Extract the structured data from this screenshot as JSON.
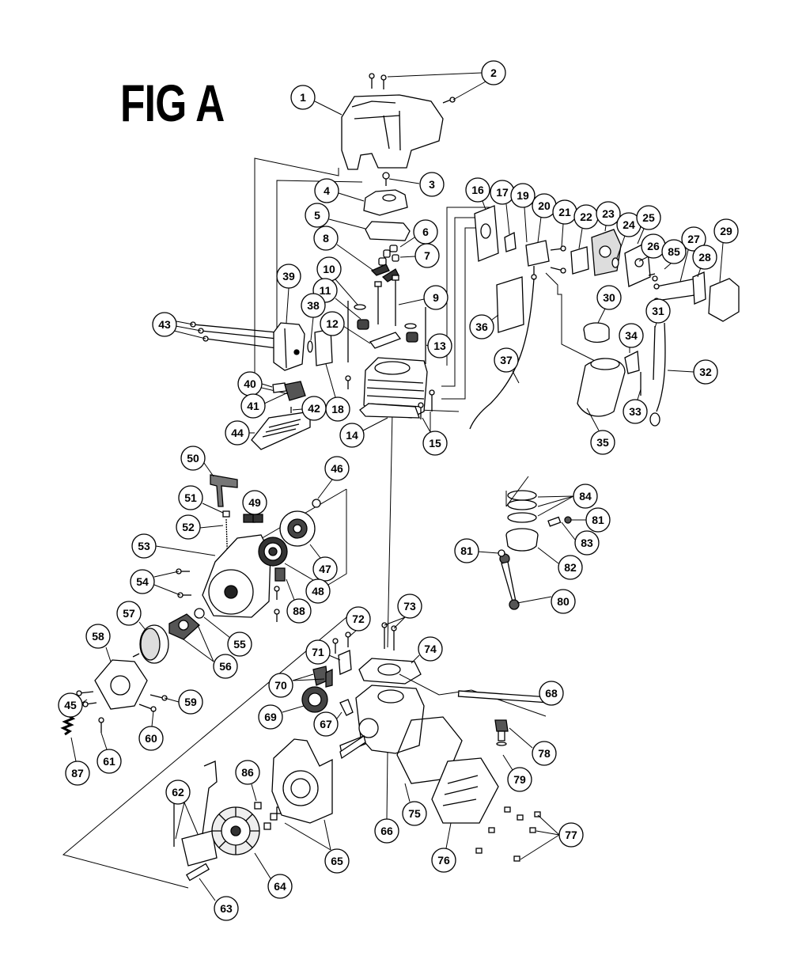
{
  "figure": {
    "title": "FIG A"
  },
  "callouts": [
    {
      "id": "c1",
      "label": "1"
    },
    {
      "id": "c2",
      "label": "2"
    },
    {
      "id": "c3",
      "label": "3"
    },
    {
      "id": "c4",
      "label": "4"
    },
    {
      "id": "c5",
      "label": "5"
    },
    {
      "id": "c6",
      "label": "6"
    },
    {
      "id": "c7",
      "label": "7"
    },
    {
      "id": "c8",
      "label": "8"
    },
    {
      "id": "c9",
      "label": "9"
    },
    {
      "id": "c10",
      "label": "10"
    },
    {
      "id": "c11",
      "label": "11"
    },
    {
      "id": "c12",
      "label": "12"
    },
    {
      "id": "c13",
      "label": "13"
    },
    {
      "id": "c14",
      "label": "14"
    },
    {
      "id": "c15",
      "label": "15"
    },
    {
      "id": "c16",
      "label": "16"
    },
    {
      "id": "c17",
      "label": "17"
    },
    {
      "id": "c18",
      "label": "18"
    },
    {
      "id": "c19",
      "label": "19"
    },
    {
      "id": "c20",
      "label": "20"
    },
    {
      "id": "c21",
      "label": "21"
    },
    {
      "id": "c22",
      "label": "22"
    },
    {
      "id": "c23",
      "label": "23"
    },
    {
      "id": "c24",
      "label": "24"
    },
    {
      "id": "c25",
      "label": "25"
    },
    {
      "id": "c26",
      "label": "26"
    },
    {
      "id": "c27",
      "label": "27"
    },
    {
      "id": "c28",
      "label": "28"
    },
    {
      "id": "c29",
      "label": "29"
    },
    {
      "id": "c30",
      "label": "30"
    },
    {
      "id": "c31",
      "label": "31"
    },
    {
      "id": "c32",
      "label": "32"
    },
    {
      "id": "c33",
      "label": "33"
    },
    {
      "id": "c34",
      "label": "34"
    },
    {
      "id": "c35",
      "label": "35"
    },
    {
      "id": "c36",
      "label": "36"
    },
    {
      "id": "c37",
      "label": "37"
    },
    {
      "id": "c38",
      "label": "38"
    },
    {
      "id": "c39",
      "label": "39"
    },
    {
      "id": "c40",
      "label": "40"
    },
    {
      "id": "c41",
      "label": "41"
    },
    {
      "id": "c42",
      "label": "42"
    },
    {
      "id": "c43",
      "label": "43"
    },
    {
      "id": "c44",
      "label": "44"
    },
    {
      "id": "c45",
      "label": "45"
    },
    {
      "id": "c46",
      "label": "46"
    },
    {
      "id": "c47",
      "label": "47"
    },
    {
      "id": "c48",
      "label": "48"
    },
    {
      "id": "c49",
      "label": "49"
    },
    {
      "id": "c50",
      "label": "50"
    },
    {
      "id": "c51",
      "label": "51"
    },
    {
      "id": "c52",
      "label": "52"
    },
    {
      "id": "c53",
      "label": "53"
    },
    {
      "id": "c54",
      "label": "54"
    },
    {
      "id": "c55",
      "label": "55"
    },
    {
      "id": "c56",
      "label": "56"
    },
    {
      "id": "c57",
      "label": "57"
    },
    {
      "id": "c58",
      "label": "58"
    },
    {
      "id": "c59",
      "label": "59"
    },
    {
      "id": "c60",
      "label": "60"
    },
    {
      "id": "c61",
      "label": "61"
    },
    {
      "id": "c62",
      "label": "62"
    },
    {
      "id": "c63",
      "label": "63"
    },
    {
      "id": "c64",
      "label": "64"
    },
    {
      "id": "c65",
      "label": "65"
    },
    {
      "id": "c66",
      "label": "66"
    },
    {
      "id": "c67",
      "label": "67"
    },
    {
      "id": "c68",
      "label": "68"
    },
    {
      "id": "c69",
      "label": "69"
    },
    {
      "id": "c70",
      "label": "70"
    },
    {
      "id": "c71",
      "label": "71"
    },
    {
      "id": "c72",
      "label": "72"
    },
    {
      "id": "c73",
      "label": "73"
    },
    {
      "id": "c74",
      "label": "74"
    },
    {
      "id": "c75",
      "label": "75"
    },
    {
      "id": "c76",
      "label": "76"
    },
    {
      "id": "c77",
      "label": "77"
    },
    {
      "id": "c78",
      "label": "78"
    },
    {
      "id": "c79",
      "label": "79"
    },
    {
      "id": "c80",
      "label": "80"
    },
    {
      "id": "c81a",
      "label": "81"
    },
    {
      "id": "c81b",
      "label": "81"
    },
    {
      "id": "c82",
      "label": "82"
    },
    {
      "id": "c83",
      "label": "83"
    },
    {
      "id": "c84",
      "label": "84"
    },
    {
      "id": "c85",
      "label": "85"
    },
    {
      "id": "c86",
      "label": "86"
    },
    {
      "id": "c87",
      "label": "87"
    },
    {
      "id": "c88",
      "label": "88"
    }
  ]
}
